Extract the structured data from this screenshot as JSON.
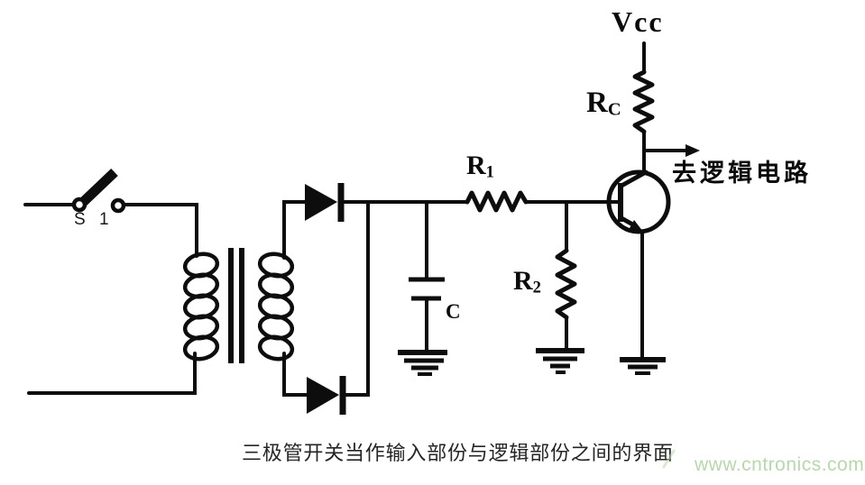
{
  "figure": {
    "type": "circuit-schematic",
    "caption": "三极管开关当作输入部份与逻辑部份之间的界面"
  },
  "labels": {
    "vcc": "Vcc",
    "rc": {
      "base": "R",
      "sub": "C"
    },
    "r1": {
      "base": "R",
      "sub": "1"
    },
    "r2": {
      "base": "R",
      "sub": "2"
    },
    "cap": "C",
    "switch": "S 1",
    "output": "去逻辑电路"
  },
  "watermark": {
    "text": "www.cntronics.com",
    "color": "#b7d8a9"
  },
  "colors": {
    "ink": "#0d0d0d",
    "background": "#ffffff",
    "caption": "#252525"
  },
  "components": [
    "switch S1 (open blade switch)",
    "transformer (primary/secondary windings with core)",
    "rectifier diode top",
    "rectifier diode bottom",
    "filter capacitor C to ground",
    "series resistor R1",
    "base resistor R2 to ground",
    "collector resistor RC to Vcc",
    "NPN transistor with grounded emitter",
    "output arrow to logic circuit"
  ]
}
